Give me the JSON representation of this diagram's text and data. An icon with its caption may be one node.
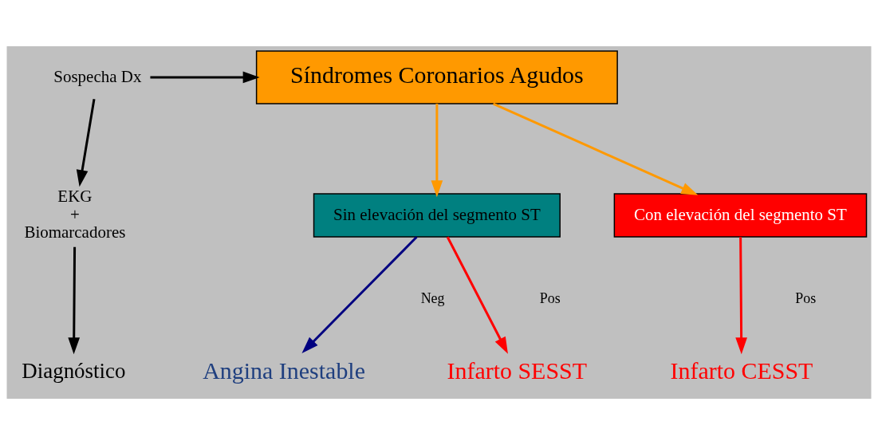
{
  "diagram": {
    "nodes": [
      {
        "text": [
          "Sospecha Dx"
        ]
      },
      {
        "text": [
          "Síndromes Coronarios Agudos"
        ]
      },
      {
        "text": [
          "EKG",
          "+",
          "Biomarcadores"
        ]
      },
      {
        "text": [
          "Diagnóstico"
        ]
      },
      {
        "text": [
          "Sin elevación del segmento ST"
        ]
      },
      {
        "text": [
          "Con elevación del segmento ST"
        ]
      },
      {
        "text": [
          "Angina Inestable"
        ]
      },
      {
        "text": [
          "Infarto SESST"
        ]
      },
      {
        "text": [
          "Infarto CESST"
        ]
      }
    ],
    "edges": [
      {
        "from": 0,
        "to": 1,
        "arrow": "to"
      },
      {
        "from": 0,
        "to": 2,
        "arrow": "to"
      },
      {
        "from": 2,
        "to": 3,
        "arrow": "to"
      },
      {
        "from": 1,
        "to": 4,
        "arrow": "to",
        "color": "#ff9900"
      },
      {
        "from": 1,
        "to": 5,
        "arrow": "to",
        "color": "#ff9900"
      },
      {
        "from": 4,
        "to": 6,
        "arrow": "to",
        "label": "Neg",
        "color": "#000080"
      },
      {
        "from": 4,
        "to": 7,
        "arrow": "to",
        "label": "Pos",
        "color": "#ff0000"
      },
      {
        "from": 5,
        "to": 8,
        "arrow": "to",
        "label": "Pos",
        "color": "#ff0000"
      }
    ]
  }
}
